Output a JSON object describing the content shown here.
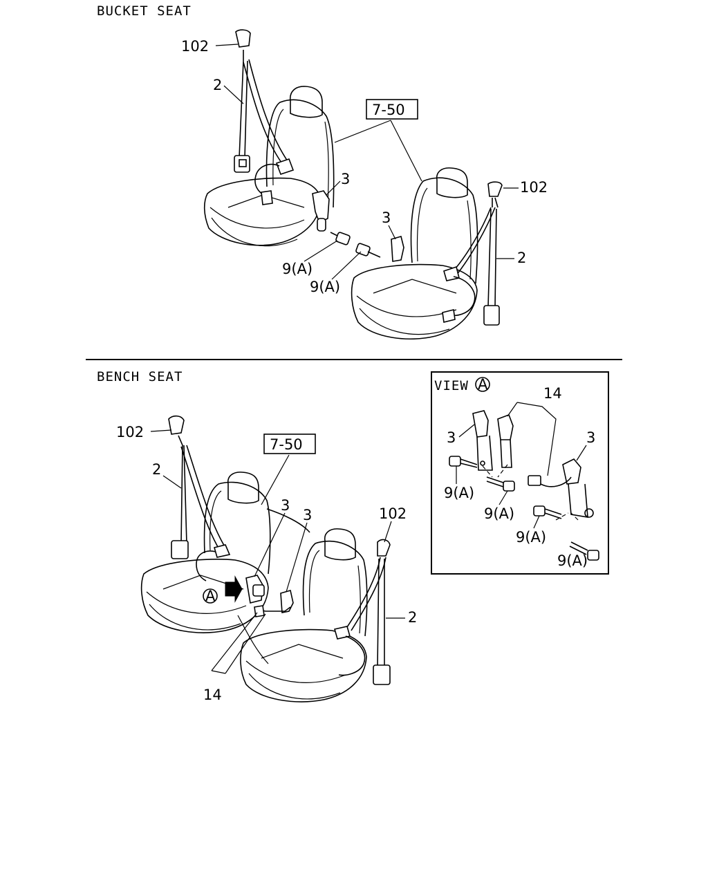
{
  "sections": {
    "bucket_title": "BUCKET SEAT",
    "bench_title": "BENCH SEAT"
  },
  "callouts": {
    "bucket": {
      "ref_box": "7-50",
      "guide_left": "102",
      "belt_left": "2",
      "buckle_left": "3",
      "bolt_left": "9(A)",
      "bolt_right": "9(A)",
      "buckle_right": "3",
      "guide_right": "102",
      "belt_right": "2"
    },
    "bench": {
      "ref_box": "7-50",
      "guide_left": "102",
      "belt_left": "2",
      "buckle_a": "3",
      "buckle_b": "3",
      "guide_right": "102",
      "belt_right": "2",
      "center_belt": "14",
      "view_marker": "A"
    },
    "view": {
      "title": "VIEW",
      "marker": "A",
      "belt_14": "14",
      "buckle_left": "3",
      "buckle_right": "3",
      "bolt_1": "9(A)",
      "bolt_2": "9(A)",
      "bolt_3": "9(A)",
      "bolt_4": "9(A)"
    }
  }
}
